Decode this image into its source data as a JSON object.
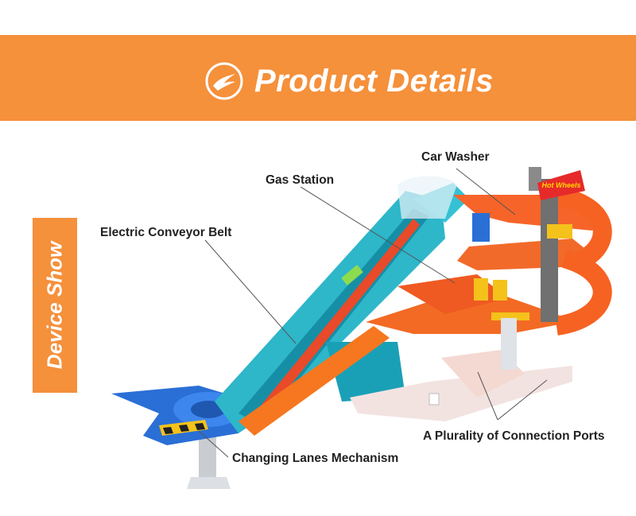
{
  "banner": {
    "title": "Product Details",
    "logo_icon": "hot-wheels-flame-icon",
    "color": "#f5903b"
  },
  "side_tab": {
    "label": "Device Show",
    "color": "#f5903b"
  },
  "callouts": {
    "car_washer": "Car Washer",
    "gas_station": "Gas Station",
    "conveyor": "Electric Conveyor Belt",
    "ports": "A Plurality of Connection Ports",
    "lanes": "Changing Lanes Mechanism"
  },
  "toy": {
    "brand_sign": "Hot Wheels"
  }
}
